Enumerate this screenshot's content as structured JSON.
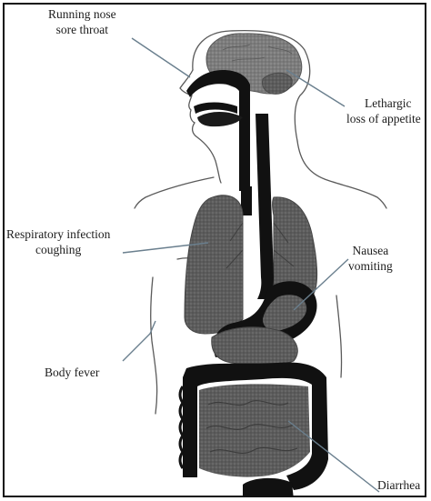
{
  "labels": {
    "nose": {
      "line1": "Running nose",
      "line2": "sore throat"
    },
    "brain": {
      "line1": "Lethargic",
      "line2": "loss of appetite"
    },
    "lungs": {
      "line1": "Respiratory infection",
      "line2": "coughing"
    },
    "stomach": {
      "line1": "Nausea",
      "line2": "vomiting"
    },
    "fever": {
      "line1": "Body fever"
    },
    "intestine": {
      "line1": "Diarrhea"
    }
  },
  "colors": {
    "frame": "#111111",
    "outline": "#5a5a5a",
    "organ_dark": "#111111",
    "organ_grey": "#585858",
    "organ_light": "#7a7a7a",
    "pointer": "#6a7f8e",
    "text": "#1c1c1c"
  }
}
